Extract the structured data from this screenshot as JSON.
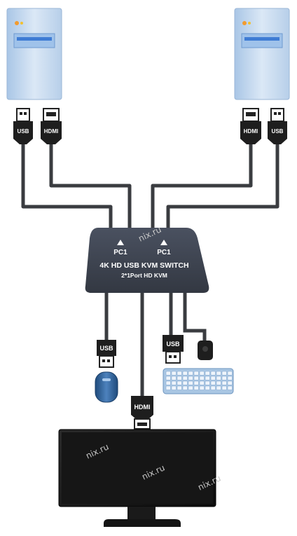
{
  "switch": {
    "port_left": "PC1",
    "port_right": "PC1",
    "title": "4K HD USB KVM SWITCH",
    "subtitle": "2*1Port HD KVM"
  },
  "connectors": {
    "top_left_usb": "USB",
    "top_left_hdmi": "HDMI",
    "top_right_hdmi": "HDMI",
    "top_right_usb": "USB",
    "bottom_usb_mouse": "USB",
    "bottom_usb_keyboard": "USB",
    "bottom_hdmi": "HDMI"
  },
  "watermark": "nix.ru",
  "colors": {
    "cable": "#3a3c40",
    "device_body": "#3e4450",
    "pc_tower": "#c9dcef",
    "keyboard": "#a9c6e3",
    "mouse": "#2e5f96",
    "monitor": "#1c1c1c"
  }
}
